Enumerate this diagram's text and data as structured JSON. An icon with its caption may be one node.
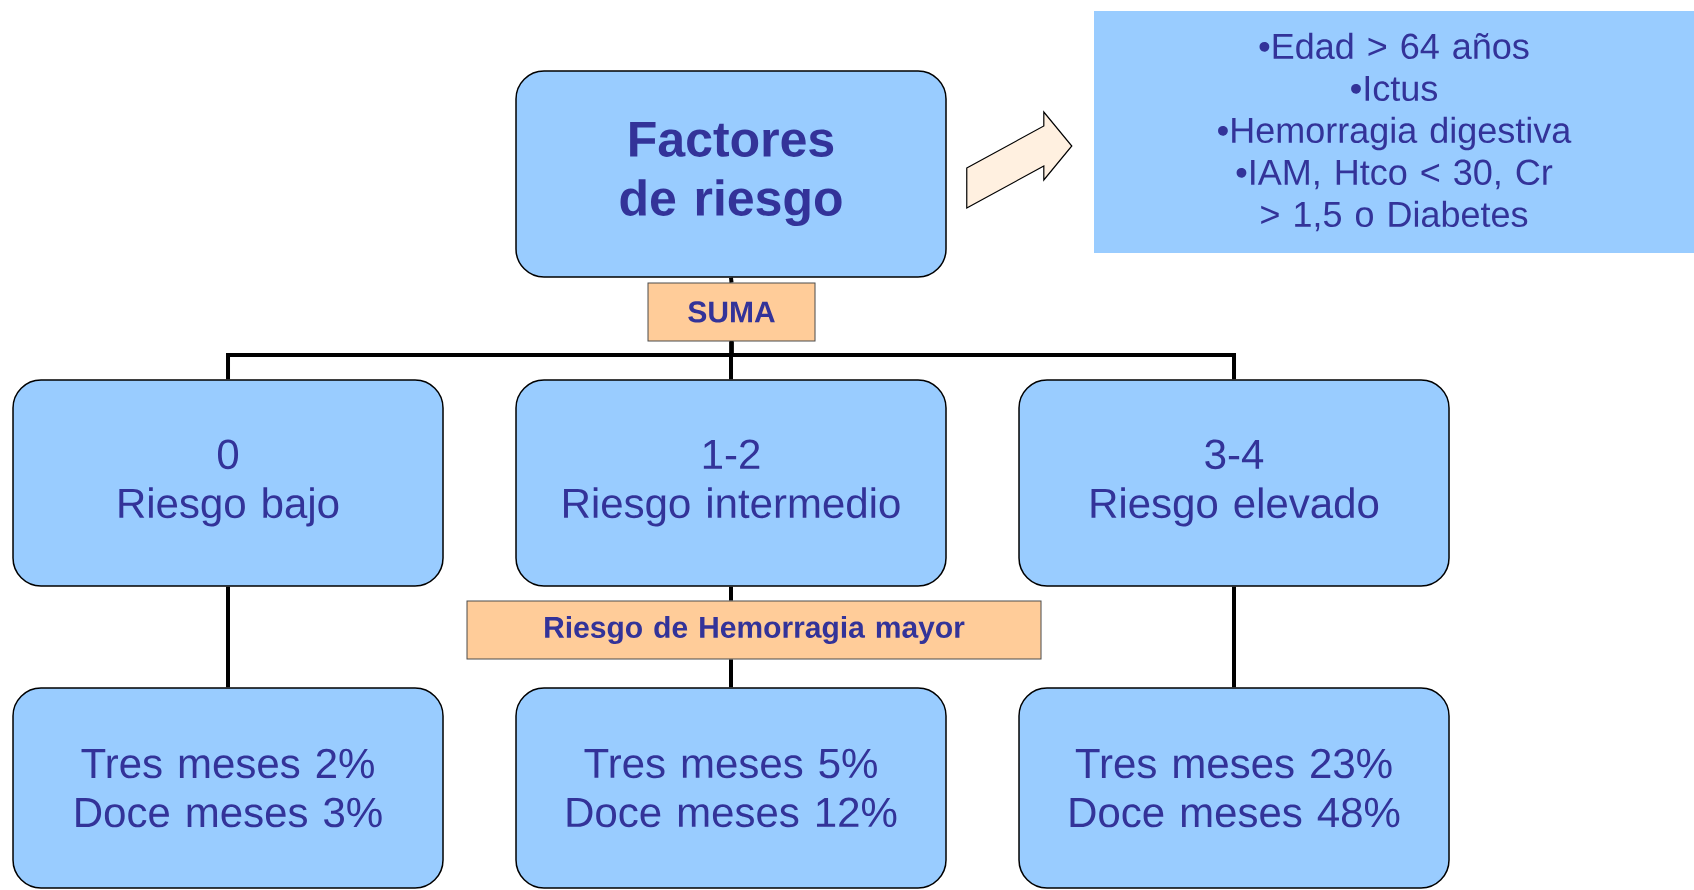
{
  "diagram": {
    "nodes": [
      {
        "text": [
          "Factores de riesgo"
        ]
      },
      {
        "text": [
          "•Edad > 64 años",
          "•Ictus",
          "•Hemorragia digestiva",
          "•IAM, Htco < 30, Cr > 1,5 o Diabetes"
        ]
      },
      {
        "text": [
          "SUMA"
        ]
      },
      {
        "text": [
          "0",
          "Riesgo bajo"
        ]
      },
      {
        "text": [
          "1-2",
          "Riesgo intermedio"
        ]
      },
      {
        "text": [
          "3-4",
          "Riesgo elevado"
        ]
      },
      {
        "text": [
          "Riesgo de Hemorragia mayor"
        ]
      },
      {
        "text": [
          "Tres meses 2%",
          "Doce meses 3%"
        ]
      },
      {
        "text": [
          "Tres meses 5%",
          "Doce meses 12%"
        ]
      },
      {
        "text": [
          "Tres meses 23%",
          "Doce meses 48%"
        ]
      }
    ],
    "edges": [
      {
        "from": 0,
        "to": 1,
        "arrow": "to"
      },
      {
        "from": 0,
        "to": 2,
        "arrow": "none"
      },
      {
        "from": 2,
        "to": 3,
        "arrow": "none"
      },
      {
        "from": 2,
        "to": 4,
        "arrow": "none"
      },
      {
        "from": 2,
        "to": 5,
        "arrow": "none"
      },
      {
        "from": 3,
        "to": 7,
        "arrow": "none"
      },
      {
        "from": 4,
        "to": 6,
        "arrow": "none"
      },
      {
        "from": 6,
        "to": 8,
        "arrow": "none"
      },
      {
        "from": 5,
        "to": 9,
        "arrow": "none"
      }
    ]
  }
}
